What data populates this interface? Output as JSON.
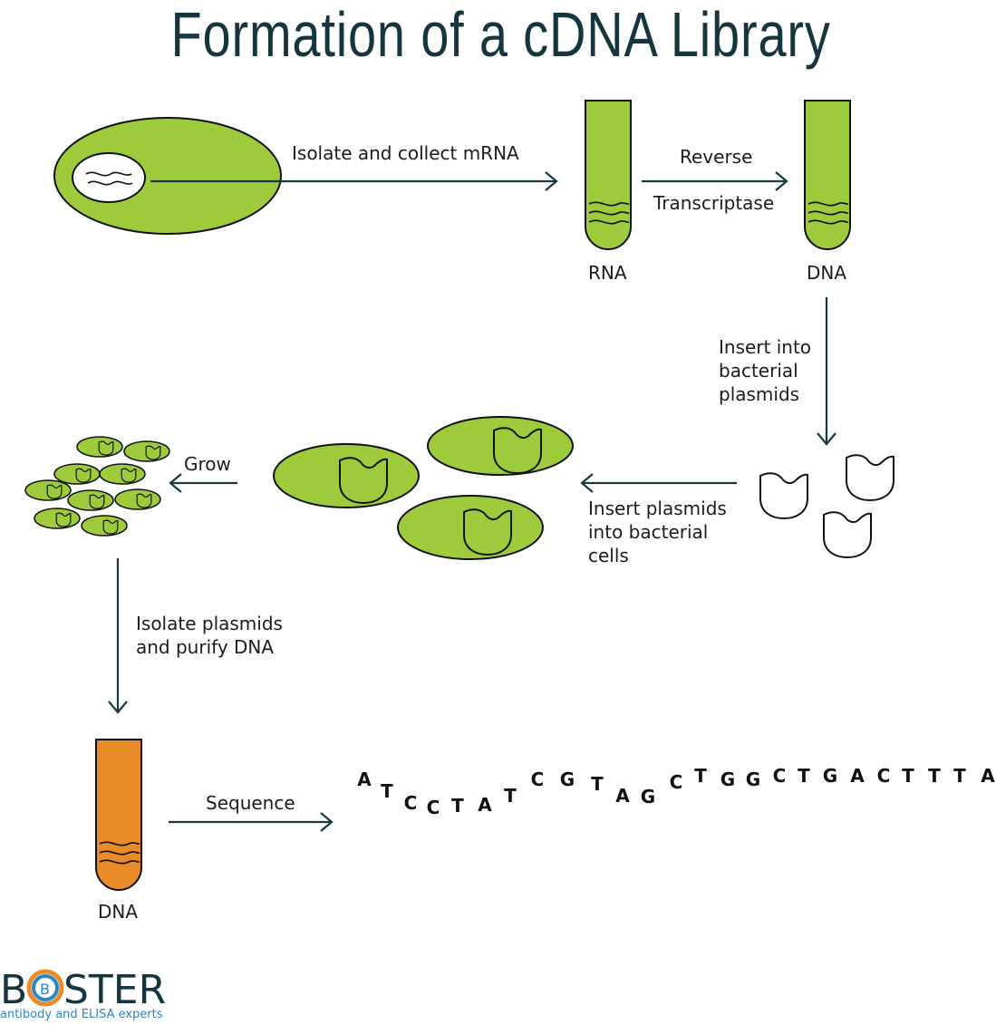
{
  "title": "Formation of a cDNA Library",
  "labels": {
    "isolate_mrna": "Isolate and collect mRNA",
    "reverse": "Reverse",
    "transcriptase": "Transcriptase",
    "rna": "RNA",
    "dna_top": "DNA",
    "insert_plasmids": "Insert into\nbacterial\nplasmids",
    "insert_cells": "Insert plasmids\ninto bacterial\ncells",
    "grow": "Grow",
    "isolate_purify": "Isolate plasmids\nand purify DNA",
    "sequence": "Sequence",
    "dna_bottom": "DNA"
  },
  "sequence_letters": [
    "A",
    "T",
    "C",
    "C",
    "T",
    "A",
    "T",
    "C",
    "G",
    "T",
    "A",
    "G",
    "C",
    "T",
    "G",
    "G",
    "C",
    "T",
    "G",
    "A",
    "C",
    "T",
    "T",
    "T",
    "A"
  ],
  "logo": {
    "text": "BOSTER",
    "tagline": "antibody and ELISA experts"
  },
  "colors": {
    "cell_green": "#9dcb3c",
    "tube_orange": "#e98b28",
    "arrow": "#17393f",
    "title": "#16363f",
    "logo_blue": "#2a86c4"
  }
}
